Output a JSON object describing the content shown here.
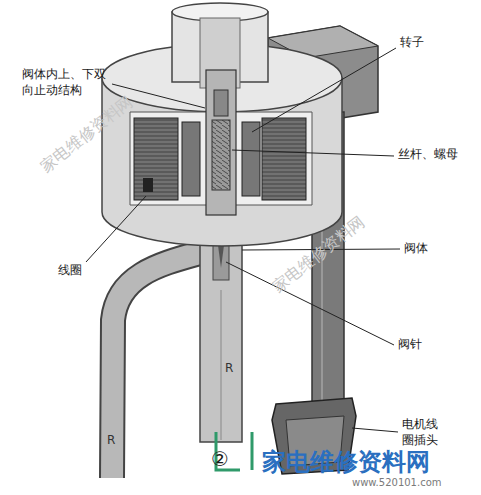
{
  "diagram": {
    "labels": [
      "阀体内上、下双向止动结构",
      "转子",
      "丝杆、螺母",
      "线圈",
      "阀体",
      "阀针",
      "电机线圈插头",
      "R",
      "R",
      "②",
      "家电维修资料网",
      "www.520101.com",
      "家电维修资料网",
      "家电维修资料网"
    ]
  }
}
